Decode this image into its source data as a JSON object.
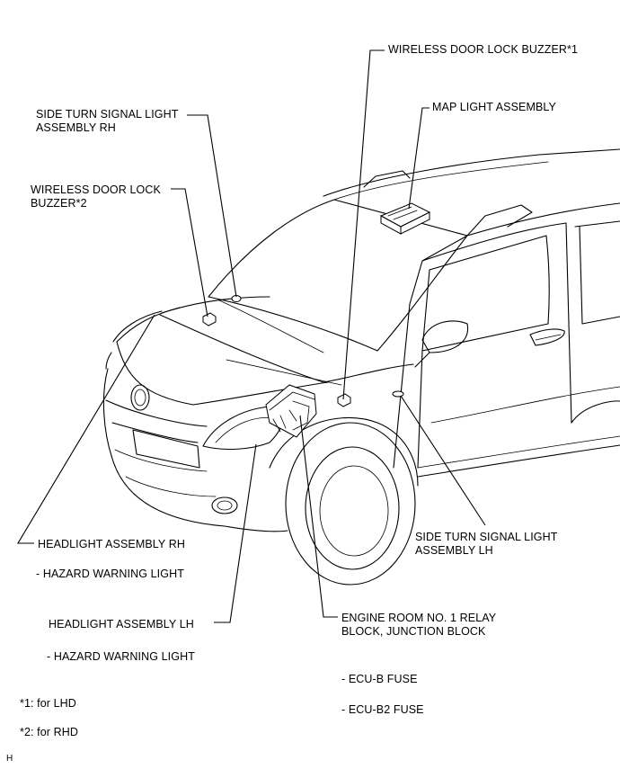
{
  "labels": {
    "wireless_buzzer_1": "WIRELESS DOOR LOCK BUZZER*1",
    "map_light": "MAP LIGHT ASSEMBLY",
    "side_turn_rh_1": "SIDE TURN SIGNAL LIGHT",
    "side_turn_rh_2": "ASSEMBLY RH",
    "wireless_buzzer_2a": "WIRELESS DOOR LOCK",
    "wireless_buzzer_2b": "BUZZER*2",
    "side_turn_lh_1": "SIDE TURN SIGNAL LIGHT",
    "side_turn_lh_2": "ASSEMBLY LH",
    "headlight_rh": "HEADLIGHT ASSEMBLY RH",
    "headlight_rh_sub": "- HAZARD WARNING LIGHT",
    "headlight_lh": "HEADLIGHT ASSEMBLY LH",
    "headlight_lh_sub": "- HAZARD WARNING LIGHT",
    "engine_room_1": "ENGINE ROOM NO. 1 RELAY",
    "engine_room_2": "BLOCK, JUNCTION BLOCK",
    "ecu_b": "- ECU-B FUSE",
    "ecu_b2": "- ECU-B2 FUSE"
  },
  "notes": {
    "note_1": "*1: for LHD",
    "note_2": "*2: for RHD"
  },
  "corner_mark": "H"
}
